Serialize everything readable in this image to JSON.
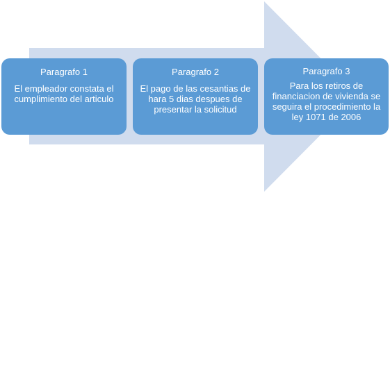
{
  "diagram": {
    "arrow_color": "#d0dcee",
    "box_color": "#5b9bd5",
    "text_color": "#ffffff",
    "steps": [
      {
        "title": "Paragrafo 1",
        "body": "El empleador constata el cumplimiento del articulo"
      },
      {
        "title": "Paragrafo 2",
        "body": "El pago  de las cesantias de hara 5 dias despues de presentar la solicitud"
      },
      {
        "title": "Paragrafo 3",
        "body": "Para los retiros de financiacion de vivienda se seguira el procedimiento la ley 1071 de 2006"
      }
    ]
  }
}
